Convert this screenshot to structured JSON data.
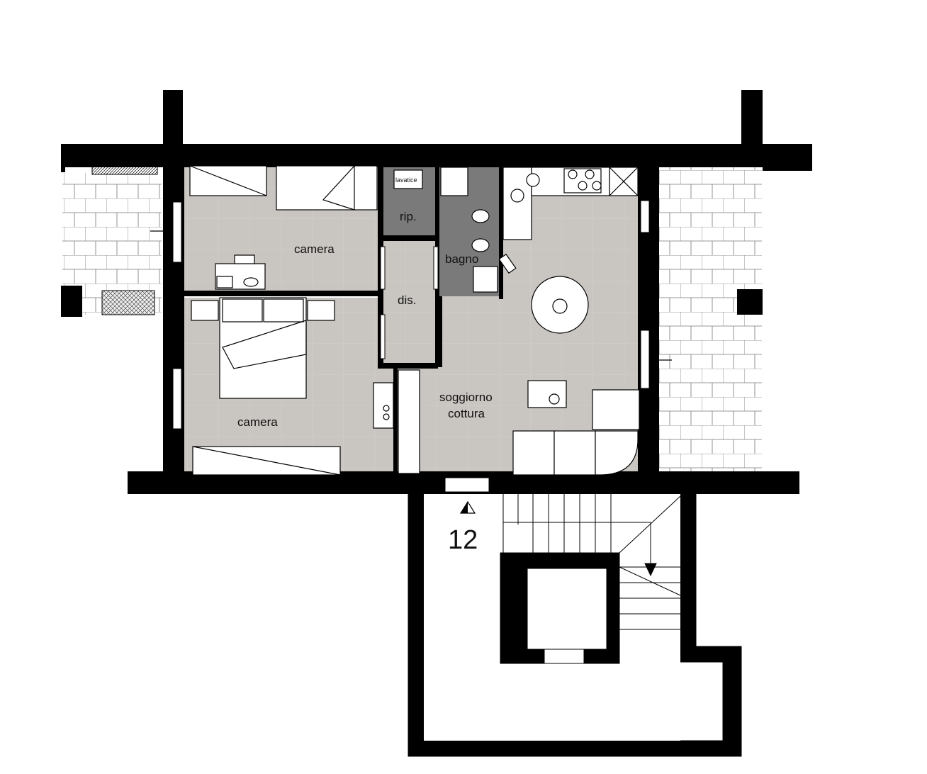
{
  "floor_plan": {
    "rooms": {
      "camera_top": "camera",
      "camera_bottom": "camera",
      "ripostiglio": "rip.",
      "lavatrice": "lavatice",
      "bagno": "bagno",
      "disimpegno": "dis.",
      "soggiorno_line1": "soggiorno",
      "soggiorno_line2": "cottura"
    },
    "unit_number": "12",
    "colors": {
      "wall": "#000000",
      "floor": "#c9c5c1",
      "service_floor": "#7a7a7a",
      "tile_line": "#d9d6d3",
      "terrace": "#ffffff"
    }
  }
}
